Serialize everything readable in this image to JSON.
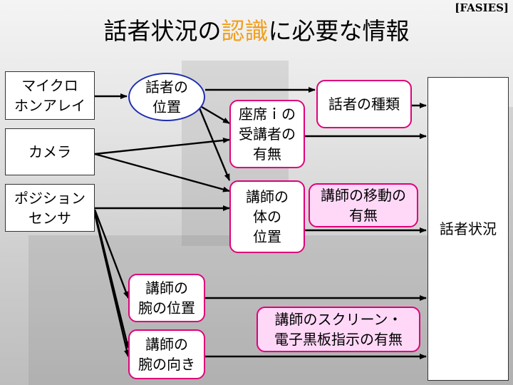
{
  "tag": "[FASIES]",
  "title": {
    "before": "話者状況の",
    "highlight": "認識",
    "after": "に必要な情報"
  },
  "colors": {
    "highlight": "#f0a020",
    "pink_border": "#e0007a",
    "blue_border": "#1f2fb0",
    "pink_fill": "#ffd8f8"
  },
  "sensors": {
    "mic": [
      "マイクロ",
      "ホンアレイ"
    ],
    "camera": [
      "カメラ"
    ],
    "position": [
      "ポジション",
      "センサ"
    ]
  },
  "nodes": {
    "speaker_position": [
      "話者の",
      "位置"
    ],
    "seat_presence": [
      "座席ｉの",
      "受講者の",
      "有無"
    ],
    "speaker_type": [
      "話者の種類"
    ],
    "lecturer_body_position": [
      "講師の",
      "体の",
      "位置"
    ],
    "lecturer_movement": [
      "講師の移動の",
      "有無"
    ],
    "lecturer_arm_position": [
      "講師の",
      "腕の位置"
    ],
    "lecturer_arm_direction": [
      "講師の",
      "腕の向き"
    ],
    "screen_pointing": [
      "講師のスクリーン・",
      "電子黒板指示の有無"
    ]
  },
  "output": "話者状況"
}
